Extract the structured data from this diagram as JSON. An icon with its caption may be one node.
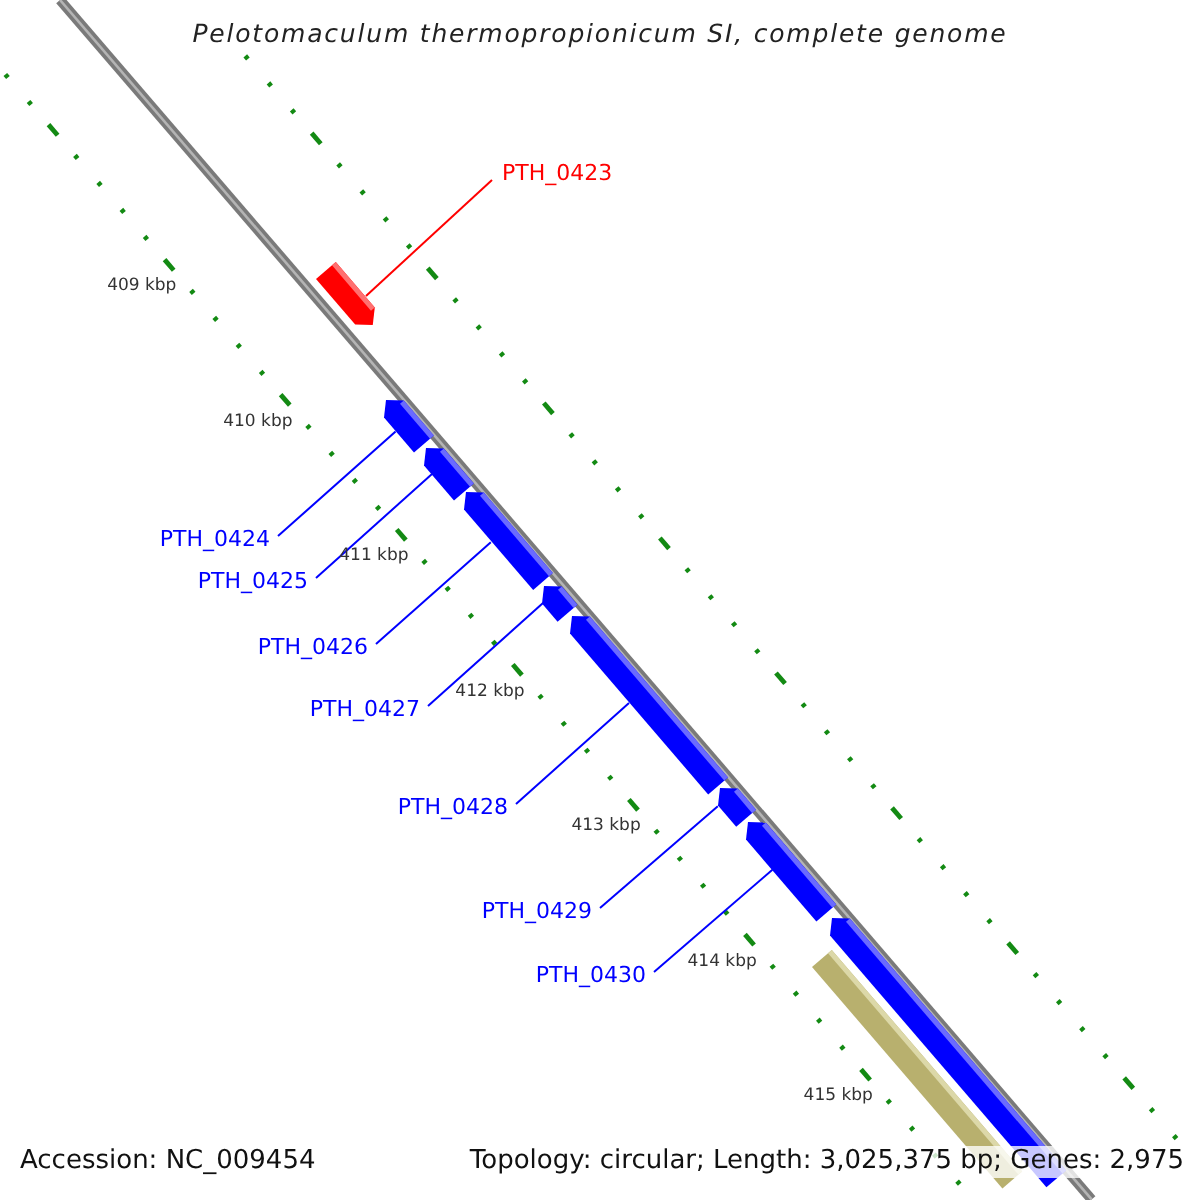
{
  "diagram": {
    "title": "Pelotomaculum thermopropionicum SI, complete genome",
    "nodes": [
      {
        "text": [
          "PTH_0423"
        ]
      },
      {
        "text": [
          "PTH_0424"
        ]
      },
      {
        "text": [
          "PTH_0425"
        ]
      },
      {
        "text": [
          "PTH_0426"
        ]
      },
      {
        "text": [
          "PTH_0427"
        ]
      },
      {
        "text": [
          "PTH_0428"
        ]
      },
      {
        "text": [
          "PTH_0429"
        ]
      },
      {
        "text": [
          "PTH_0430"
        ]
      },
      {
        "text": [],
        "shape": "arrow"
      },
      {
        "text": [],
        "shape": "arrow"
      },
      {
        "text": [],
        "shape": "arrow"
      },
      {
        "text": [],
        "shape": "arrow"
      },
      {
        "text": [],
        "shape": "arrow"
      },
      {
        "text": [],
        "shape": "arrow"
      },
      {
        "text": [],
        "shape": "arrow"
      },
      {
        "text": [],
        "shape": "arrow"
      },
      {
        "text": [],
        "shape": "arrow"
      },
      {
        "text": [],
        "shape": "bar"
      }
    ],
    "edges": [
      {
        "from": 0,
        "to": 8,
        "arrow": "none",
        "color": "#ff0000"
      },
      {
        "from": 1,
        "to": 9,
        "arrow": "none"
      },
      {
        "from": 2,
        "to": 10,
        "arrow": "none"
      },
      {
        "from": 3,
        "to": 11,
        "arrow": "none"
      },
      {
        "from": 4,
        "to": 12,
        "arrow": "none"
      },
      {
        "from": 5,
        "to": 13,
        "arrow": "none"
      },
      {
        "from": 6,
        "to": 14,
        "arrow": "none"
      },
      {
        "from": 7,
        "to": 15,
        "arrow": "none"
      }
    ],
    "labels": [
      "409 kbp",
      "410 kbp",
      "411 kbp",
      "412 kbp",
      "413 kbp",
      "414 kbp",
      "415 kbp",
      "Accession: NC_009454",
      "Topology: circular; Length: 3,025,375 bp; Genes: 2,975"
    ]
  }
}
